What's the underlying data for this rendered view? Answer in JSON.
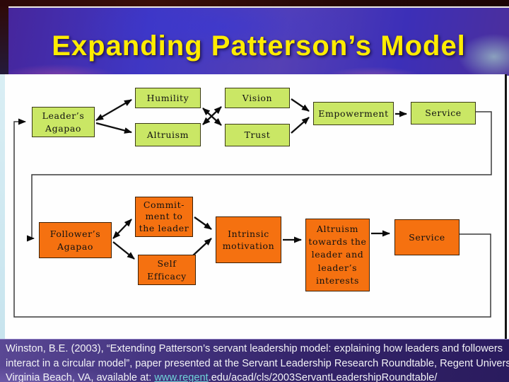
{
  "title": "Expanding Patterson’s Model",
  "diagram": {
    "boxes": {
      "leaders_agapao": {
        "label": "Leader’s\nAgapao"
      },
      "humility": {
        "label": "Humility"
      },
      "altruism": {
        "label": "Altruism"
      },
      "vision": {
        "label": "Vision"
      },
      "trust": {
        "label": "Trust"
      },
      "empowerment": {
        "label": "Empowerment"
      },
      "service_top": {
        "label": "Service"
      },
      "followers_agapao": {
        "label": "Follower’s\nAgapao"
      },
      "commitment": {
        "label": "Commit-\nment to\nthe leader"
      },
      "self_efficacy": {
        "label": "Self\nEfficacy"
      },
      "intrinsic": {
        "label": "Intrinsic\nmotivation"
      },
      "altruism_towards": {
        "label": "Altruism\ntowards the\nleader and\nleader’s\ninterests"
      },
      "service_bottom": {
        "label": "Service"
      }
    },
    "box_colors": {
      "top_row_green": "#cae765",
      "bottom_row_orange": "#f57110"
    }
  },
  "citation": {
    "line1": "Winston, B.E. (2003), “Extending Patterson’s servant leadership model: explaining how leaders and followers",
    "line2": "interact in a circular model”, paper presented at the Servant Leadership Research Roundtable, Regent University,",
    "line3_before_link": "Virginia Beach, VA, available at: ",
    "link_text": "www.regent",
    "line3_after_link": ".edu/acad/cls/2003ServantLeadershipRoundtable/"
  },
  "colors": {
    "title_yellow": "#ffec00",
    "link_teal": "#6fd2d8",
    "citation_text": "#f2f2f6"
  }
}
